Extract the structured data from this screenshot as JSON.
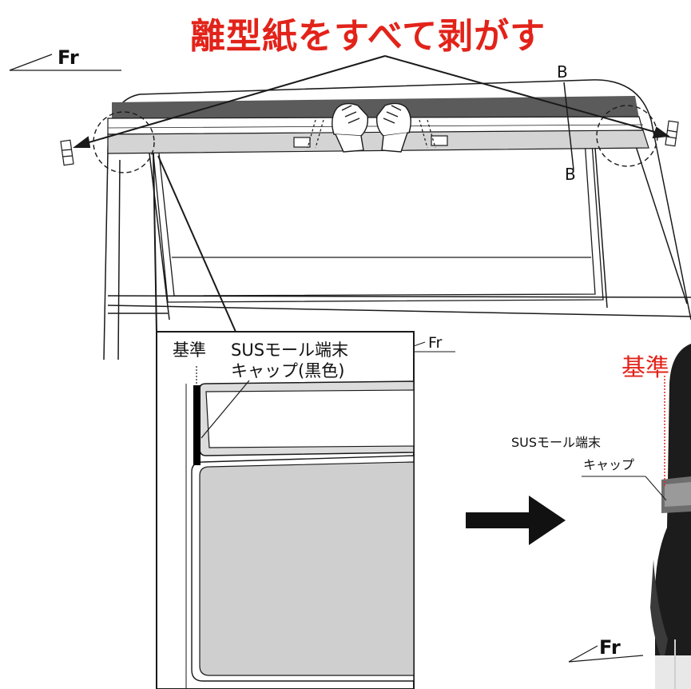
{
  "title": "離型紙をすべて剥がす",
  "direction_main": "Fr",
  "direction_inset": "Fr",
  "direction_photo": "Fr",
  "section_top": "B",
  "section_bottom": "B",
  "inset": {
    "reference_label": "基準",
    "cap_label_line1": "SUSモール端末",
    "cap_label_line2": "キャップ(黒色)"
  },
  "photo": {
    "reference_label": "基準",
    "cap_label_line1": "SUSモール端末",
    "cap_label_line2": "キャップ"
  },
  "colors": {
    "accent": "#e2231a",
    "line": "#1a1a1a",
    "strip": "#5b5b5b"
  }
}
